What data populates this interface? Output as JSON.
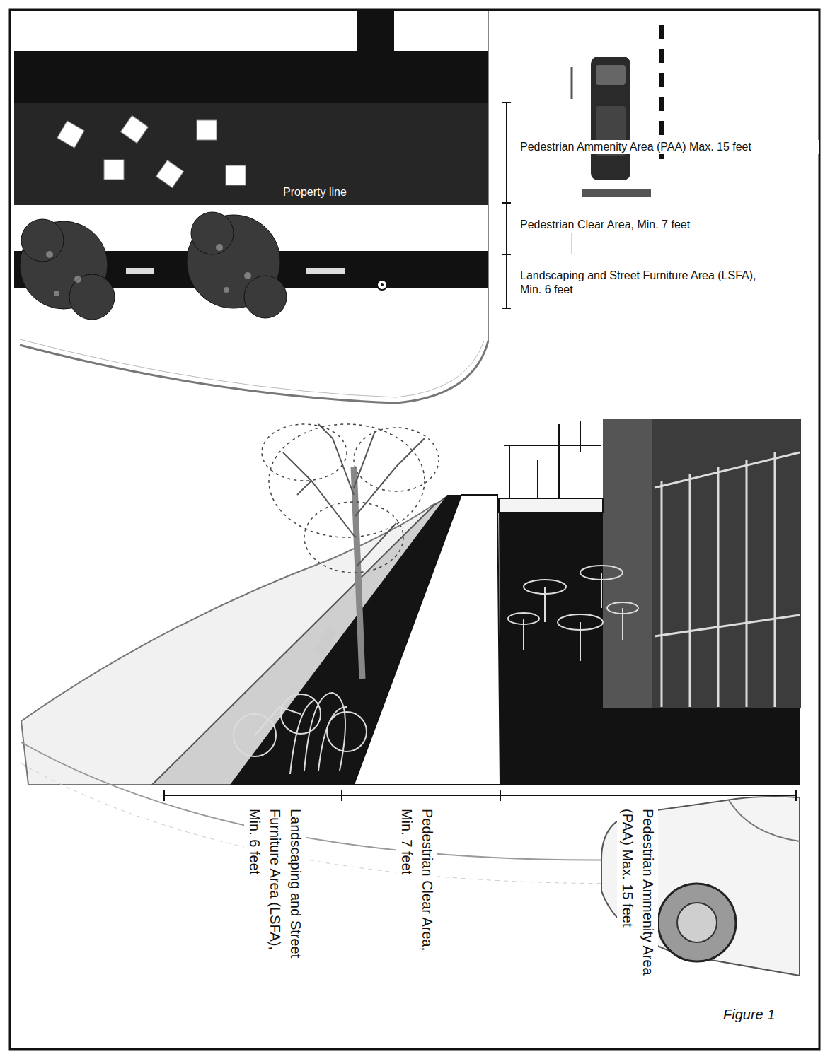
{
  "diagram": {
    "caption": "Figure 1",
    "labels": [
      "Pedestrian Ammenity Area (PAA) Max. 15 feet",
      "Property line",
      "Pedestrian Clear Area, Min. 7 feet",
      "Landscaping and Street Furniture Area (LSFA), Min. 6 feet",
      "Landscaping and Street Furniture Area (LSFA), Min. 6 feet",
      "Pedestrian Clear Area, Min. 7 feet",
      "Pedestrian Ammenity Area (PAA) Max. 15 feet"
    ]
  }
}
